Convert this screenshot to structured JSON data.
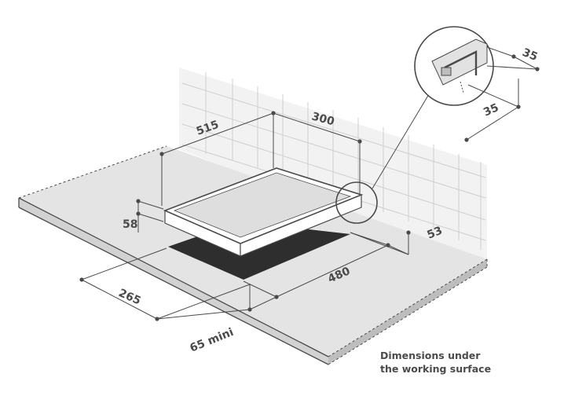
{
  "dimensions": {
    "depth_cutout": "515",
    "width_hob": "300",
    "height": "58",
    "offset_front": "265",
    "width_cutout": "480",
    "back_gap": "53",
    "min_front": "65 mini",
    "detail_top": "35",
    "detail_side": "35"
  },
  "caption": {
    "line1": "Dimensions under",
    "line2": "the working surface"
  },
  "colors": {
    "line": "#4a4a4a",
    "tile": "#cfcfcf",
    "wall": "#f0f0f0",
    "worktop": "#e6e6e6",
    "cutout": "#2f2f2f",
    "hob_top": "#dcdcdc"
  }
}
